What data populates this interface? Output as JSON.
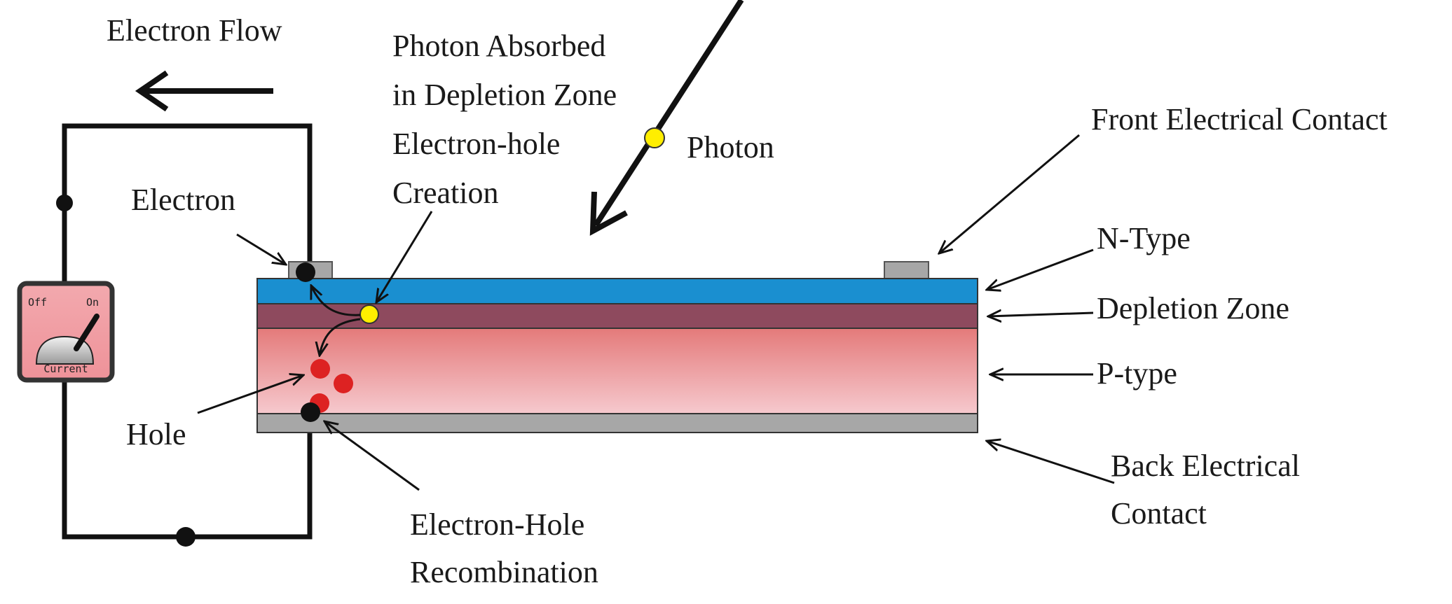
{
  "labels": {
    "electron_flow": "Electron Flow",
    "photon_absorbed_1": "Photon Absorbed",
    "photon_absorbed_2": "in Depletion Zone",
    "photon_absorbed_3": "Electron-hole",
    "photon_absorbed_4": "Creation",
    "photon": "Photon",
    "front_contact": "Front Electrical Contact",
    "electron": "Electron",
    "n_type": "N-Type",
    "depletion_zone": "Depletion Zone",
    "p_type": "P-type",
    "hole": "Hole",
    "back_contact_1": "Back Electrical",
    "back_contact_2": "Contact",
    "recombination_1": "Electron-Hole",
    "recombination_2": "Recombination"
  },
  "switch": {
    "off": "Off",
    "on": "On",
    "caption": "Current"
  },
  "colors": {
    "n_type": "#1a8fd0",
    "depletion_zone": "#8e4a5e",
    "p_type_top": "#e47a7a",
    "p_type_bottom": "#f6c9ce",
    "contact": "#a7a7a7",
    "photon": "#ffee00",
    "hole": "#dd2222",
    "electron": "#111111",
    "switch_face": "#f1a3a8"
  }
}
